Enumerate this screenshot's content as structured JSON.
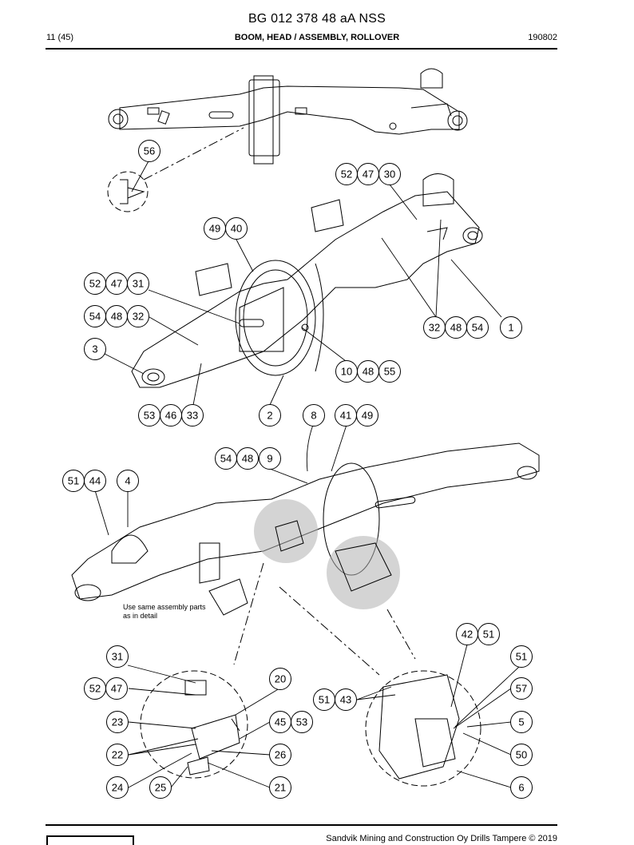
{
  "header": {
    "doc_number": "BG 012 378 48 aA NSS",
    "page": "11 (45)",
    "title": "BOOM, HEAD / ASSEMBLY, ROLLOVER",
    "date": "190802"
  },
  "note": "Use same assembly parts as in detail",
  "footer": "Sandvik Mining and Construction Oy Drills Tampere © 2019",
  "callouts": [
    "56",
    "52",
    "47",
    "30",
    "49",
    "40",
    "52",
    "47",
    "31",
    "54",
    "48",
    "32",
    "32",
    "48",
    "54",
    "1",
    "3",
    "10",
    "48",
    "55",
    "53",
    "46",
    "33",
    "2",
    "8",
    "41",
    "49",
    "54",
    "48",
    "9",
    "51",
    "44",
    "4",
    "42",
    "51",
    "31",
    "51",
    "20",
    "52",
    "47",
    "57",
    "51",
    "43",
    "23",
    "45",
    "53",
    "5",
    "22",
    "26",
    "50",
    "24",
    "25",
    "21",
    "6"
  ]
}
